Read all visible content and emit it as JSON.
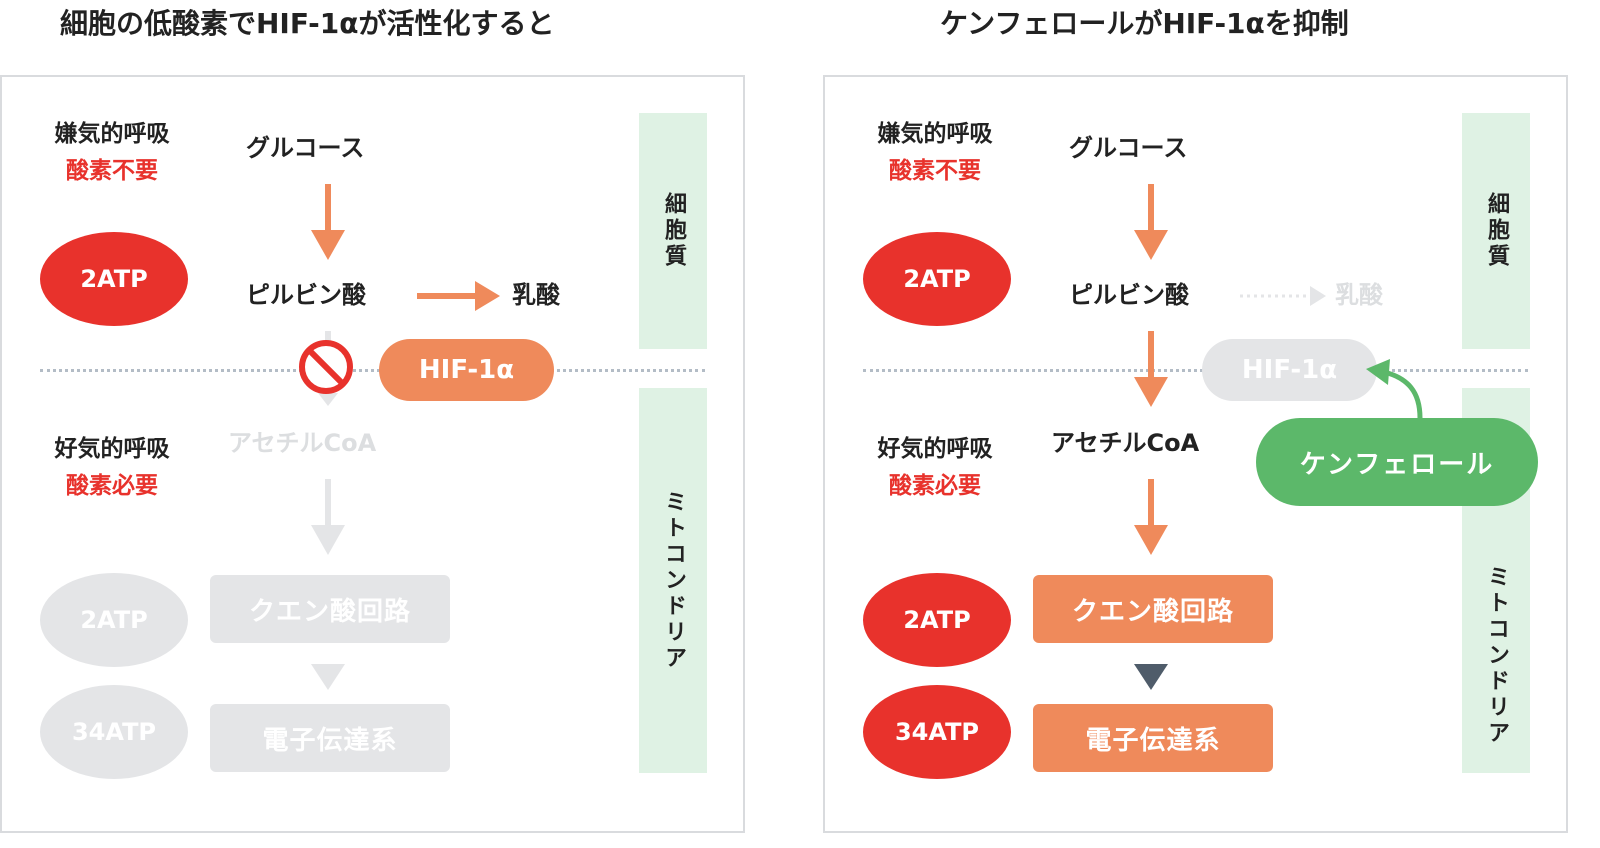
{
  "left": {
    "title": "細胞の低酸素でHIF-1αが活性化すると",
    "anaerobic": "嫌気的呼吸",
    "no_oxygen": "酸素不要",
    "glucose": "グルコース",
    "atp_top": "2ATP",
    "pyruvate": "ピルビン酸",
    "lactate": "乳酸",
    "cytoplasm": "細胞質",
    "hif": "HIF-1α",
    "aerobic": "好気的呼吸",
    "oxygen_needed": "酸素必要",
    "acetyl": "アセチルCoA",
    "atp_mid": "2ATP",
    "tca": "クエン酸回路",
    "atp_bottom": "34ATP",
    "etc": "電子伝達系",
    "mitochondria": "ミトコンドリア"
  },
  "right": {
    "title": "ケンフェロールがHIF-1αを抑制",
    "anaerobic": "嫌気的呼吸",
    "no_oxygen": "酸素不要",
    "glucose": "グルコース",
    "atp_top": "2ATP",
    "pyruvate": "ピルビン酸",
    "lactate": "乳酸",
    "cytoplasm": "細胞質",
    "hif": "HIF-1α",
    "kaempferol": "ケンフェロール",
    "aerobic": "好気的呼吸",
    "oxygen_needed": "酸素必要",
    "acetyl": "アセチルCoA",
    "atp_mid": "2ATP",
    "tca": "クエン酸回路",
    "atp_bottom": "34ATP",
    "etc": "電子伝達系",
    "mitochondria": "ミトコンドリア"
  },
  "colors": {
    "red": "#e8322c",
    "orange": "#ef8a5b",
    "green": "#5cb86a",
    "faded_gray": "#e4e5e7",
    "cytoplasm_band": "#dff2e4",
    "dark_arrow": "#4f5c6a"
  }
}
